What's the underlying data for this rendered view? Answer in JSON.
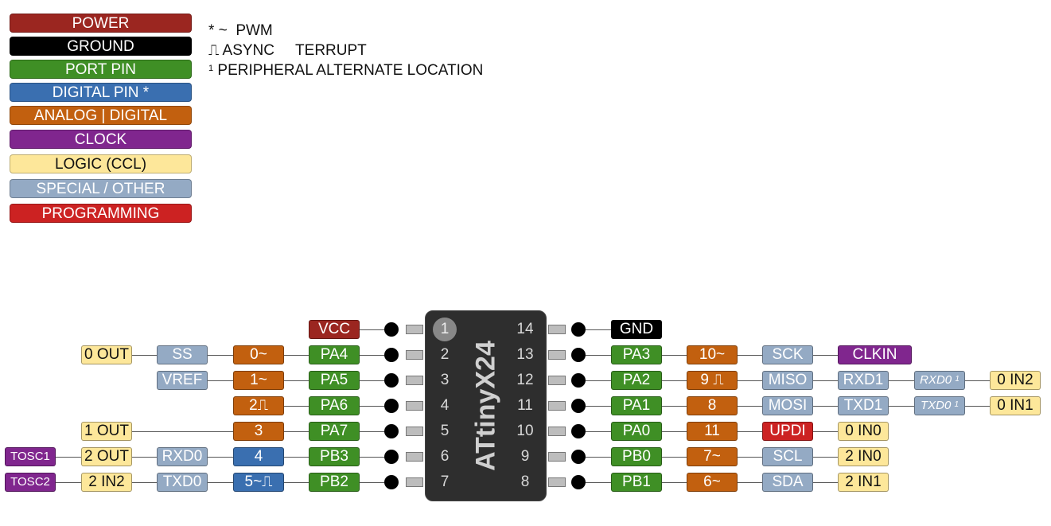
{
  "legend": [
    {
      "label": "POWER",
      "color": "#9b2620",
      "text": "#ffffff"
    },
    {
      "label": "GROUND",
      "color": "#000000",
      "text": "#ffffff"
    },
    {
      "label": "PORT PIN",
      "color": "#3f8f25",
      "text": "#ffffff"
    },
    {
      "label": "DIGITAL PIN *",
      "color": "#3a6fb0",
      "text": "#ffffff"
    },
    {
      "label": "ANALOG | DIGITAL",
      "color": "#c2600f",
      "text": "#ffffff"
    },
    {
      "label": "CLOCK",
      "color": "#80268e",
      "text": "#ffffff"
    },
    {
      "label": "LOGIC (CCL)",
      "color": "#fde79a",
      "text": "#111111"
    },
    {
      "label": "SPECIAL / OTHER",
      "color": "#94aac4",
      "text": "#ffffff"
    },
    {
      "label": "PROGRAMMING",
      "color": "#cc2222",
      "text": "#ffffff"
    }
  ],
  "notes": {
    "pwm": "* ~  PWM",
    "async": "⎍ ASYNC     TERRUPT",
    "peripheral_sup": "1",
    "peripheral": " PERIPHERAL ALTERNATE LOCATION"
  },
  "chip": {
    "name": "ATtinyX24",
    "left_pins": [
      "1",
      "2",
      "3",
      "4",
      "5",
      "6",
      "7"
    ],
    "right_pins": [
      "14",
      "13",
      "12",
      "11",
      "10",
      "9",
      "8"
    ]
  },
  "left_rows": [
    {
      "port": {
        "t": "VCC",
        "k": "power"
      },
      "a": null,
      "s": null,
      "l": null,
      "c": null
    },
    {
      "port": {
        "t": "PA4",
        "k": "port"
      },
      "a": {
        "t": "0~",
        "k": "analog"
      },
      "s": {
        "t": "SS",
        "k": "special",
        "overline": true
      },
      "l": {
        "t": "0 OUT",
        "k": "logic"
      },
      "c": null
    },
    {
      "port": {
        "t": "PA5",
        "k": "port"
      },
      "a": {
        "t": "1~",
        "k": "analog"
      },
      "s": {
        "t": "VREF",
        "k": "special"
      },
      "l": null,
      "c": null
    },
    {
      "port": {
        "t": "PA6",
        "k": "port"
      },
      "a": {
        "t": "2⎍",
        "k": "analog"
      },
      "s": null,
      "l": null,
      "c": null
    },
    {
      "port": {
        "t": "PA7",
        "k": "port"
      },
      "a": {
        "t": "3",
        "k": "analog"
      },
      "s": null,
      "l": {
        "t": "1 OUT",
        "k": "logic"
      },
      "c": null
    },
    {
      "port": {
        "t": "PB3",
        "k": "port"
      },
      "a": {
        "t": "4",
        "k": "digital"
      },
      "s": {
        "t": "RXD0",
        "k": "special"
      },
      "l": {
        "t": "2 OUT",
        "k": "logic"
      },
      "c": {
        "t": "TOSC1",
        "k": "clock"
      }
    },
    {
      "port": {
        "t": "PB2",
        "k": "port"
      },
      "a": {
        "t": "5~⎍",
        "k": "digital"
      },
      "s": {
        "t": "TXD0",
        "k": "special"
      },
      "l": {
        "t": "2 IN2",
        "k": "logic"
      },
      "c": {
        "t": "TOSC2",
        "k": "clock"
      }
    }
  ],
  "right_rows": [
    {
      "port": {
        "t": "GND",
        "k": "ground"
      },
      "items": []
    },
    {
      "port": {
        "t": "PA3",
        "k": "port"
      },
      "items": [
        {
          "t": "10~",
          "k": "analog"
        },
        {
          "t": "SCK",
          "k": "special"
        },
        {
          "t": "CLKIN",
          "k": "clock"
        }
      ]
    },
    {
      "port": {
        "t": "PA2",
        "k": "port"
      },
      "items": [
        {
          "t": "9 ⎍",
          "k": "analog"
        },
        {
          "t": "MISO",
          "k": "special"
        },
        {
          "t": "RXD1",
          "k": "special"
        },
        {
          "t": "RXD0",
          "k": "special",
          "alt": "1"
        },
        {
          "t": "0 IN2",
          "k": "logic"
        }
      ]
    },
    {
      "port": {
        "t": "PA1",
        "k": "port"
      },
      "items": [
        {
          "t": "8",
          "k": "analog"
        },
        {
          "t": "MOSI",
          "k": "special"
        },
        {
          "t": "TXD1",
          "k": "special"
        },
        {
          "t": "TXD0",
          "k": "special",
          "alt": "1"
        },
        {
          "t": "0 IN1",
          "k": "logic"
        }
      ]
    },
    {
      "port": {
        "t": "PA0",
        "k": "port"
      },
      "items": [
        {
          "t": "11",
          "k": "analog"
        },
        {
          "t": "UPDI",
          "k": "programming"
        },
        {
          "t": "0 IN0",
          "k": "logic"
        }
      ]
    },
    {
      "port": {
        "t": "PB0",
        "k": "port"
      },
      "items": [
        {
          "t": "7~",
          "k": "analog"
        },
        {
          "t": "SCL",
          "k": "special"
        },
        {
          "t": "2 IN0",
          "k": "logic"
        }
      ]
    },
    {
      "port": {
        "t": "PB1",
        "k": "port"
      },
      "items": [
        {
          "t": "6~",
          "k": "analog"
        },
        {
          "t": "SDA",
          "k": "special"
        },
        {
          "t": "2 IN1",
          "k": "logic"
        }
      ]
    }
  ],
  "kinds": {
    "power": {
      "bg": "#9b2620",
      "fg": "#ffffff"
    },
    "ground": {
      "bg": "#000000",
      "fg": "#ffffff"
    },
    "port": {
      "bg": "#3f8f25",
      "fg": "#ffffff"
    },
    "digital": {
      "bg": "#3a6fb0",
      "fg": "#ffffff"
    },
    "analog": {
      "bg": "#c2600f",
      "fg": "#ffffff"
    },
    "clock": {
      "bg": "#80268e",
      "fg": "#ffffff"
    },
    "logic": {
      "bg": "#fde79a",
      "fg": "#111111"
    },
    "special": {
      "bg": "#94aac4",
      "fg": "#ffffff"
    },
    "programming": {
      "bg": "#cc2222",
      "fg": "#ffffff"
    }
  }
}
